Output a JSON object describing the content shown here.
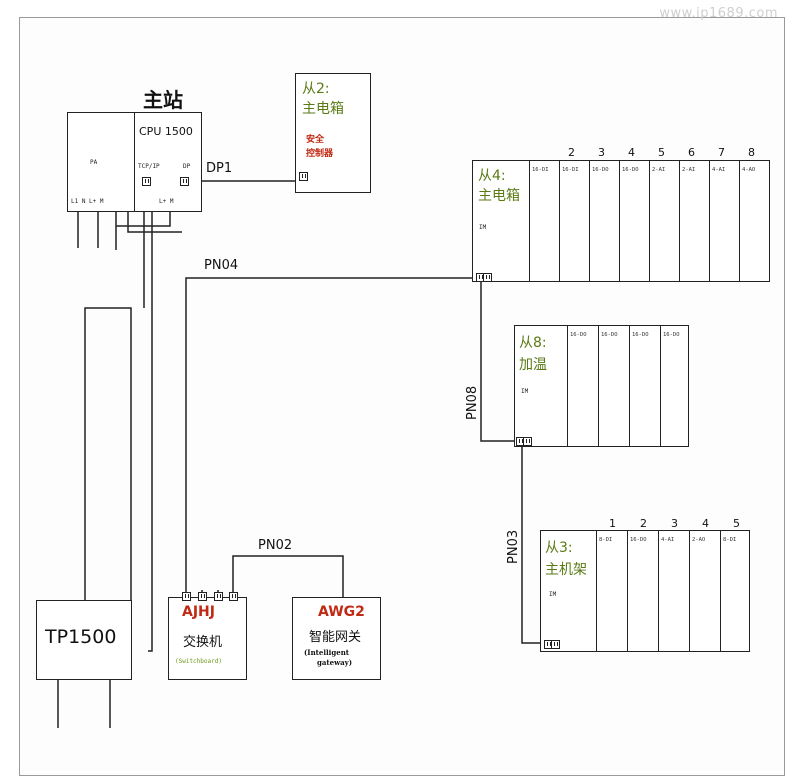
{
  "watermark": "www.ip1689.com",
  "master": {
    "title": "主站",
    "cpu_label": "CPU 1500",
    "pa_label": "PA",
    "pa_terminals": "L1   N   L+  M",
    "tcp_port_label": "TCP/IP",
    "dp_port_label": "DP",
    "cpu_terminals": "L+   M"
  },
  "networks": {
    "dp1": "DP1",
    "pn04": "PN04",
    "pn08": "PN08",
    "pn03": "PN03",
    "pn02": "PN02"
  },
  "slave2": {
    "title": "从2:",
    "subtitle": "主电箱",
    "note_line1": "安全",
    "note_line2": "控制器"
  },
  "slave4": {
    "title": "从4:",
    "subtitle": "主电箱",
    "im": "IM",
    "slot_numbers": [
      "2",
      "3",
      "4",
      "5",
      "6",
      "7",
      "8"
    ],
    "slot_labels": [
      "16-DI",
      "16-DI",
      "16-DO",
      "16-DO",
      "2-AI",
      "2-AI",
      "4-AI",
      "4-AO"
    ]
  },
  "slave8": {
    "title": "从8:",
    "subtitle": "加温",
    "im": "IM",
    "slot_labels": [
      "16-DO",
      "16-DO",
      "16-DO",
      "16-DO"
    ]
  },
  "slave3": {
    "title": "从3:",
    "subtitle": "主机架",
    "im": "IM",
    "slot_numbers": [
      "1",
      "2",
      "3",
      "4",
      "5"
    ],
    "slot_labels": [
      "8-DI",
      "16-DO",
      "4-AI",
      "2-AO",
      "8-DI"
    ]
  },
  "tp": {
    "label": "TP1500"
  },
  "switch": {
    "model": "AJHJ",
    "name": "交换机",
    "sub": "(Switchboard)"
  },
  "gateway": {
    "model": "AWG2",
    "name": "智能网关",
    "sub1": "(Intelligent",
    "sub2": "gateway)"
  },
  "colors": {
    "line": "#222222",
    "label_green": "#5a7a14",
    "label_red": "#c02a14"
  }
}
